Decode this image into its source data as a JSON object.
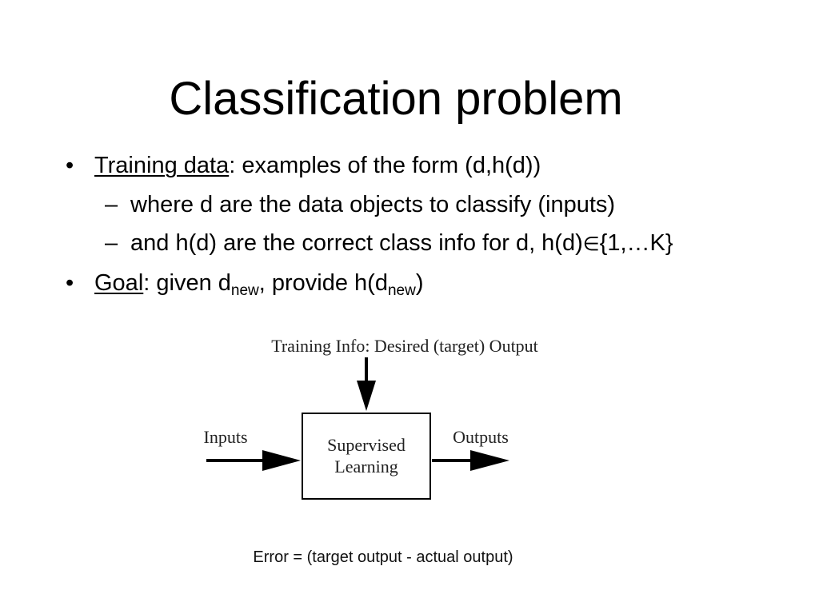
{
  "slide": {
    "title": "Classification problem",
    "bullets": [
      {
        "marker": "•",
        "term": "Training data",
        "rest": ": examples of the form (d,h(d))"
      },
      {
        "marker": "•",
        "term": "Goal",
        "text_before": ": given d",
        "sub1": "new",
        "text_middle": ", provide h(d",
        "sub2": "new",
        "text_after": ")"
      }
    ],
    "subbullets": [
      {
        "marker": "–",
        "text": "where d are the data objects to classify (inputs)"
      },
      {
        "marker": "–",
        "text_before": "and h(d) are the correct class info for d, h(d)",
        "symbol": "∈",
        "text_after": "{1,…K}"
      }
    ]
  },
  "diagram": {
    "top_label": "Training Info: Desired (target) Output",
    "box_line1": "Supervised",
    "box_line2": "Learning",
    "left_label": "Inputs",
    "right_label": "Outputs",
    "caption": "Error = (target output - actual output)"
  }
}
